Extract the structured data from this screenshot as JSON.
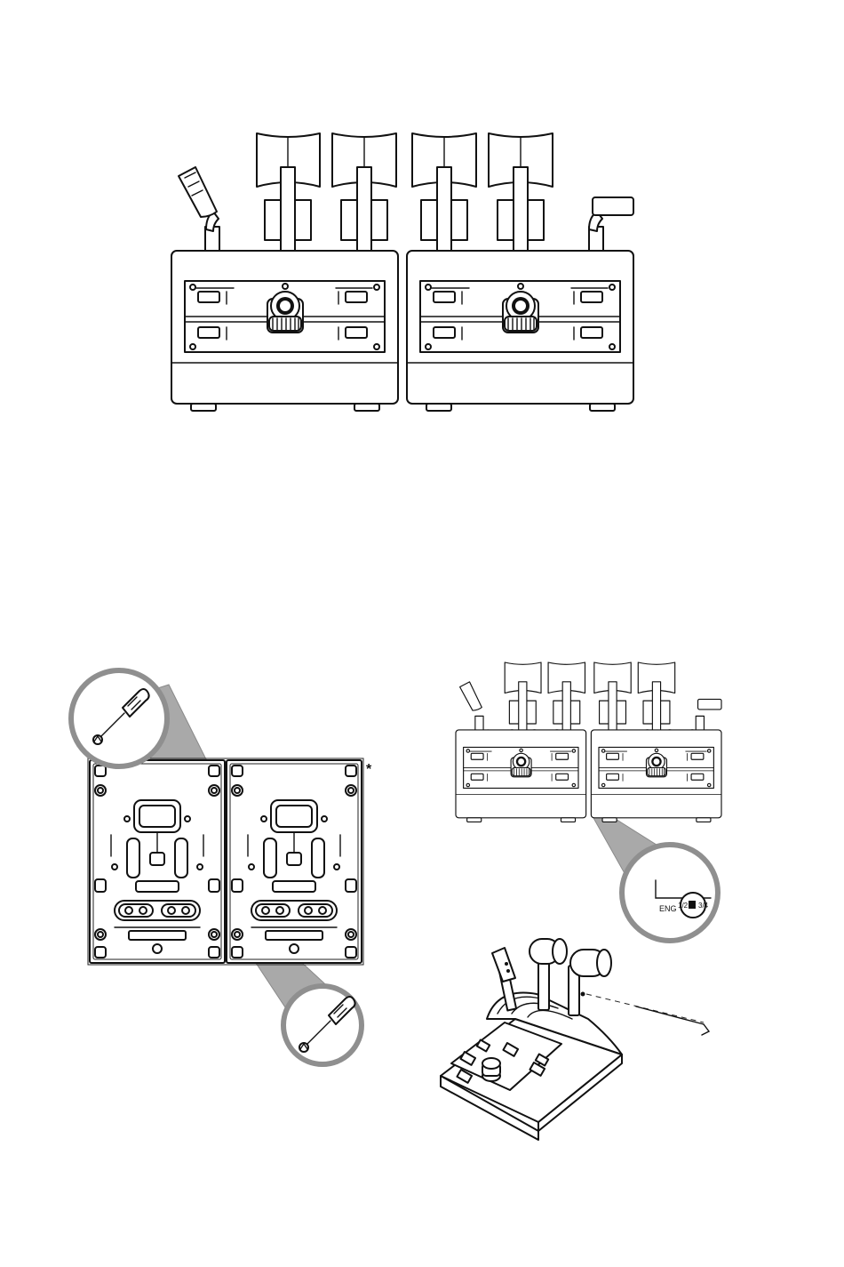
{
  "figure_top": {
    "modules": [
      "left-quadrant-module",
      "right-quadrant-module"
    ]
  },
  "figure_bottom_left": {
    "asterisk": "*"
  },
  "figure_bottom_right": {
    "switch_labels": {
      "eng": "ENG",
      "pos_a": "1/2",
      "pos_b": "3/4"
    }
  }
}
